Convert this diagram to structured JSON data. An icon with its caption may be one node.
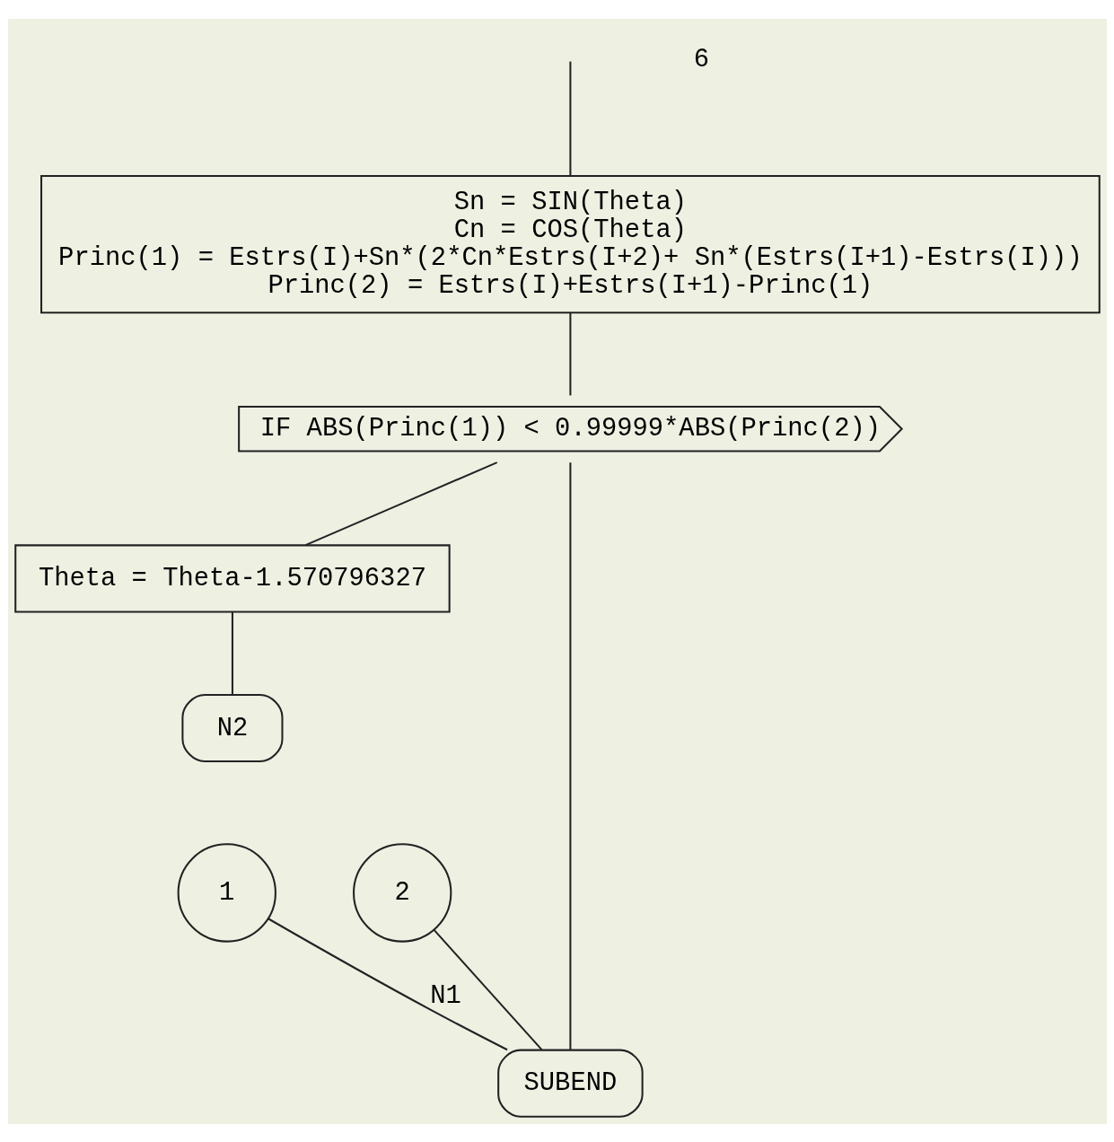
{
  "diagram": {
    "nodes": [
      {
        "text": [
          "Sn = SIN(Theta)",
          "Cn = COS(Theta)",
          "Princ(1) = Estrs(I)+Sn*(2*Cn*Estrs(I+2)+ Sn*(Estrs(I+1)-Estrs(I)))",
          "Princ(2) = Estrs(I)+Estrs(I+1)-Princ(1)"
        ]
      },
      {
        "text": [
          "IF ABS(Princ(1)) < 0.99999*ABS(Princ(2))"
        ]
      },
      {
        "text": [
          "1"
        ]
      },
      {
        "text": [
          "2"
        ]
      },
      {
        "text": [
          "Theta = Theta-1.570796327"
        ]
      },
      {
        "text": [
          "N2"
        ]
      },
      {
        "text": [
          "SUBEND"
        ]
      }
    ],
    "edges": [
      {
        "from": null,
        "to": 0,
        "arrow": "none"
      },
      {
        "from": 0,
        "to": 1,
        "arrow": "none"
      },
      {
        "from": 1,
        "to": 6,
        "arrow": "none"
      },
      {
        "from": 1,
        "to": 4,
        "arrow": "none"
      },
      {
        "from": 4,
        "to": 5,
        "arrow": "none"
      },
      {
        "from": 3,
        "to": 6,
        "arrow": "none"
      },
      {
        "from": 2,
        "to": 6,
        "arrow": "none",
        "label": "N1"
      }
    ],
    "labels": [
      "6"
    ]
  }
}
